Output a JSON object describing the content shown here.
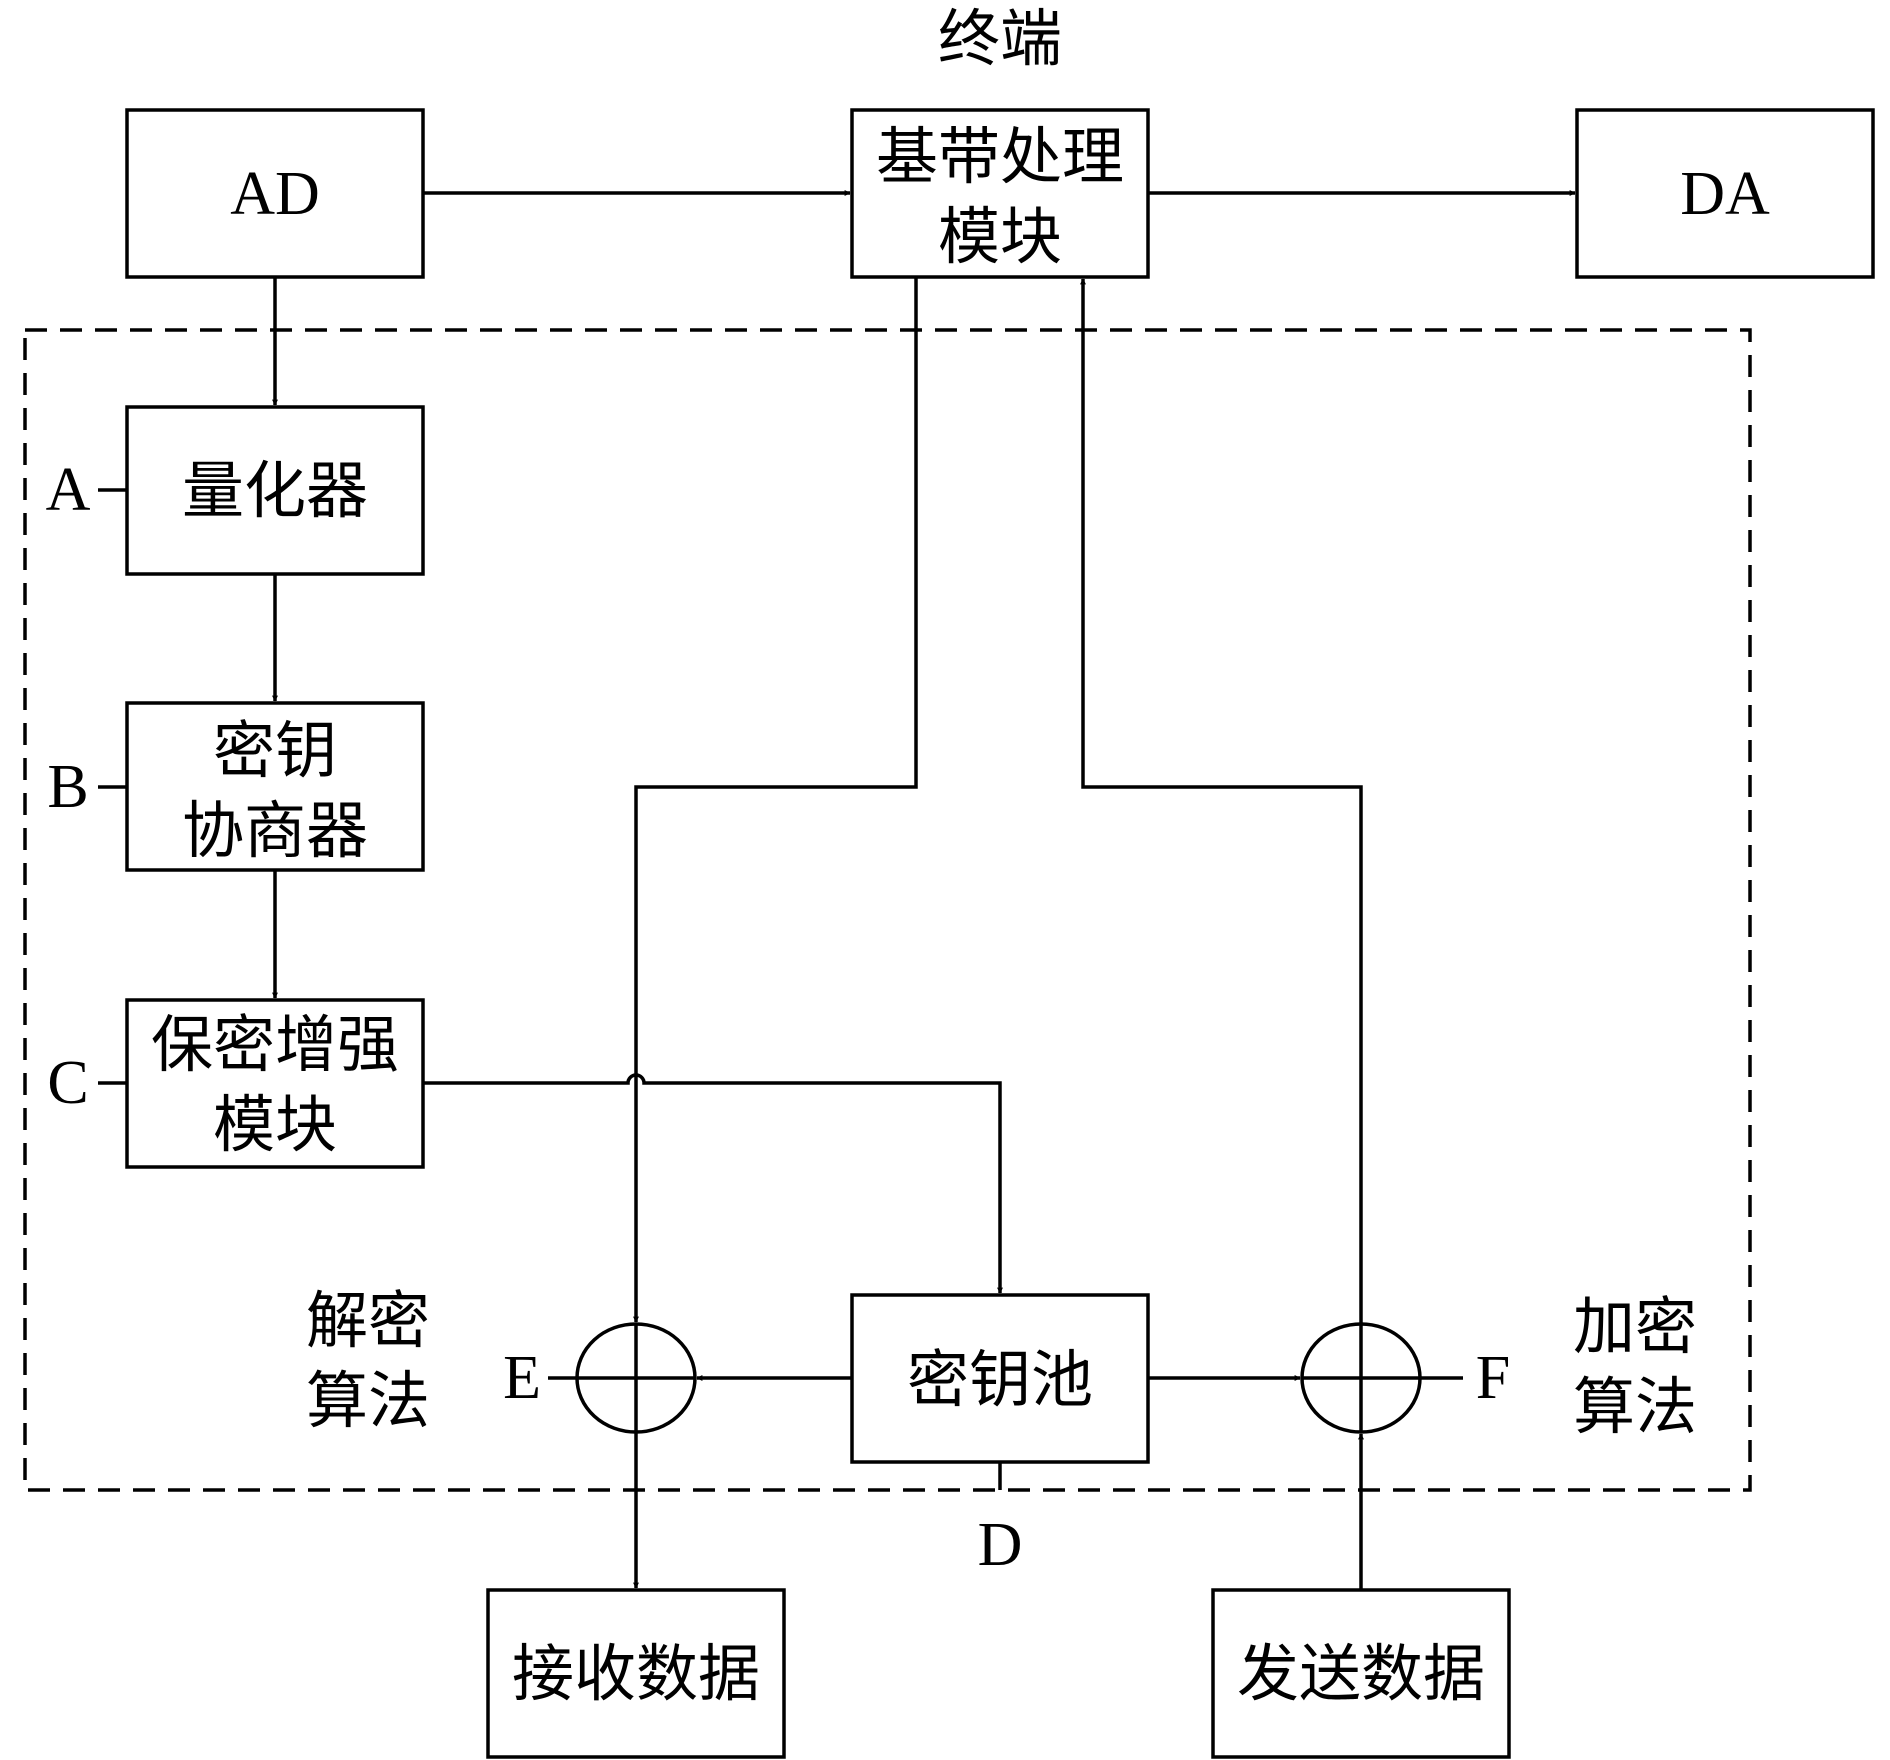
{
  "title": "终端",
  "blocks": {
    "ad": "AD",
    "baseband": [
      "基带处理",
      "模块"
    ],
    "da": "DA",
    "quantizer": "量化器",
    "key_negotiator": [
      "密钥",
      "协商器"
    ],
    "privacy_amp": [
      "保密增强",
      "模块"
    ],
    "key_pool": "密钥池",
    "receive_data": "接收数据",
    "send_data": "发送数据"
  },
  "point_labels": {
    "a": "A",
    "b": "B",
    "c": "C",
    "d": "D",
    "e": "E",
    "f": "F"
  },
  "algorithm_labels": {
    "decrypt": [
      "解密",
      "算法"
    ],
    "encrypt": [
      "加密",
      "算法"
    ]
  }
}
